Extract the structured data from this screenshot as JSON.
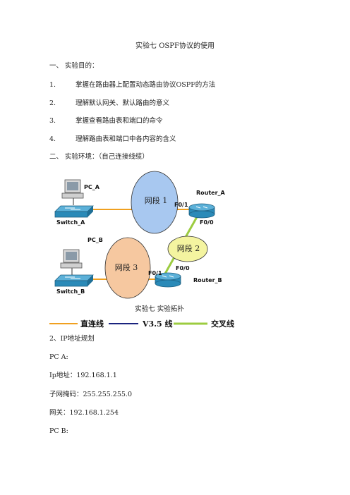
{
  "doc": {
    "title": "实验七    OSPF协议的使用",
    "section1": "一、  实验目的：",
    "objectives": [
      {
        "num": "1.",
        "text": "掌握在路由器上配置动态路由协议OSPF的方法"
      },
      {
        "num": "2.",
        "text": "理解默认网关、默认路由的意义"
      },
      {
        "num": "3.",
        "text": "掌握查看路由表和端口的命令"
      },
      {
        "num": "4.",
        "text": "理解路由表和端口中各内容的含义"
      }
    ],
    "section2": "二、  实验环境：（自己连接线缆）",
    "ip_plan_title": "2、IP地址规划",
    "pca_title": "PC  A:",
    "pca_ip": "Ip地址：192.168.1.1",
    "pca_mask": "子网掩码：255.255.255.0",
    "pca_gw": "网关：192.168.1.254",
    "pcb_title": "PC  B:"
  },
  "diagram": {
    "pc_a": "PC_A",
    "pc_b": "PC_B",
    "switch_a": "Switch_A",
    "switch_b": "Switch_B",
    "router_a": "Router_A",
    "router_b": "Router_B",
    "seg1": "网段 1",
    "seg2": "网段 2",
    "seg3": "网段 3",
    "ra_f01": "F0/1",
    "ra_f00": "F0/0",
    "rb_f00": "F0/0",
    "rb_f01": "F0/1",
    "caption": "实验七   实验拓扑",
    "legend": [
      "直连线",
      "V3.5 线",
      "交叉线"
    ],
    "colors": {
      "straight": "#f0a020",
      "rollover": "#1a237e",
      "crossover": "#9ccc40",
      "seg1_fill": "#a8c8f0",
      "seg2_fill": "#f4f4a0",
      "seg3_fill": "#f6c8a0",
      "device": "#2a8ab8"
    }
  }
}
